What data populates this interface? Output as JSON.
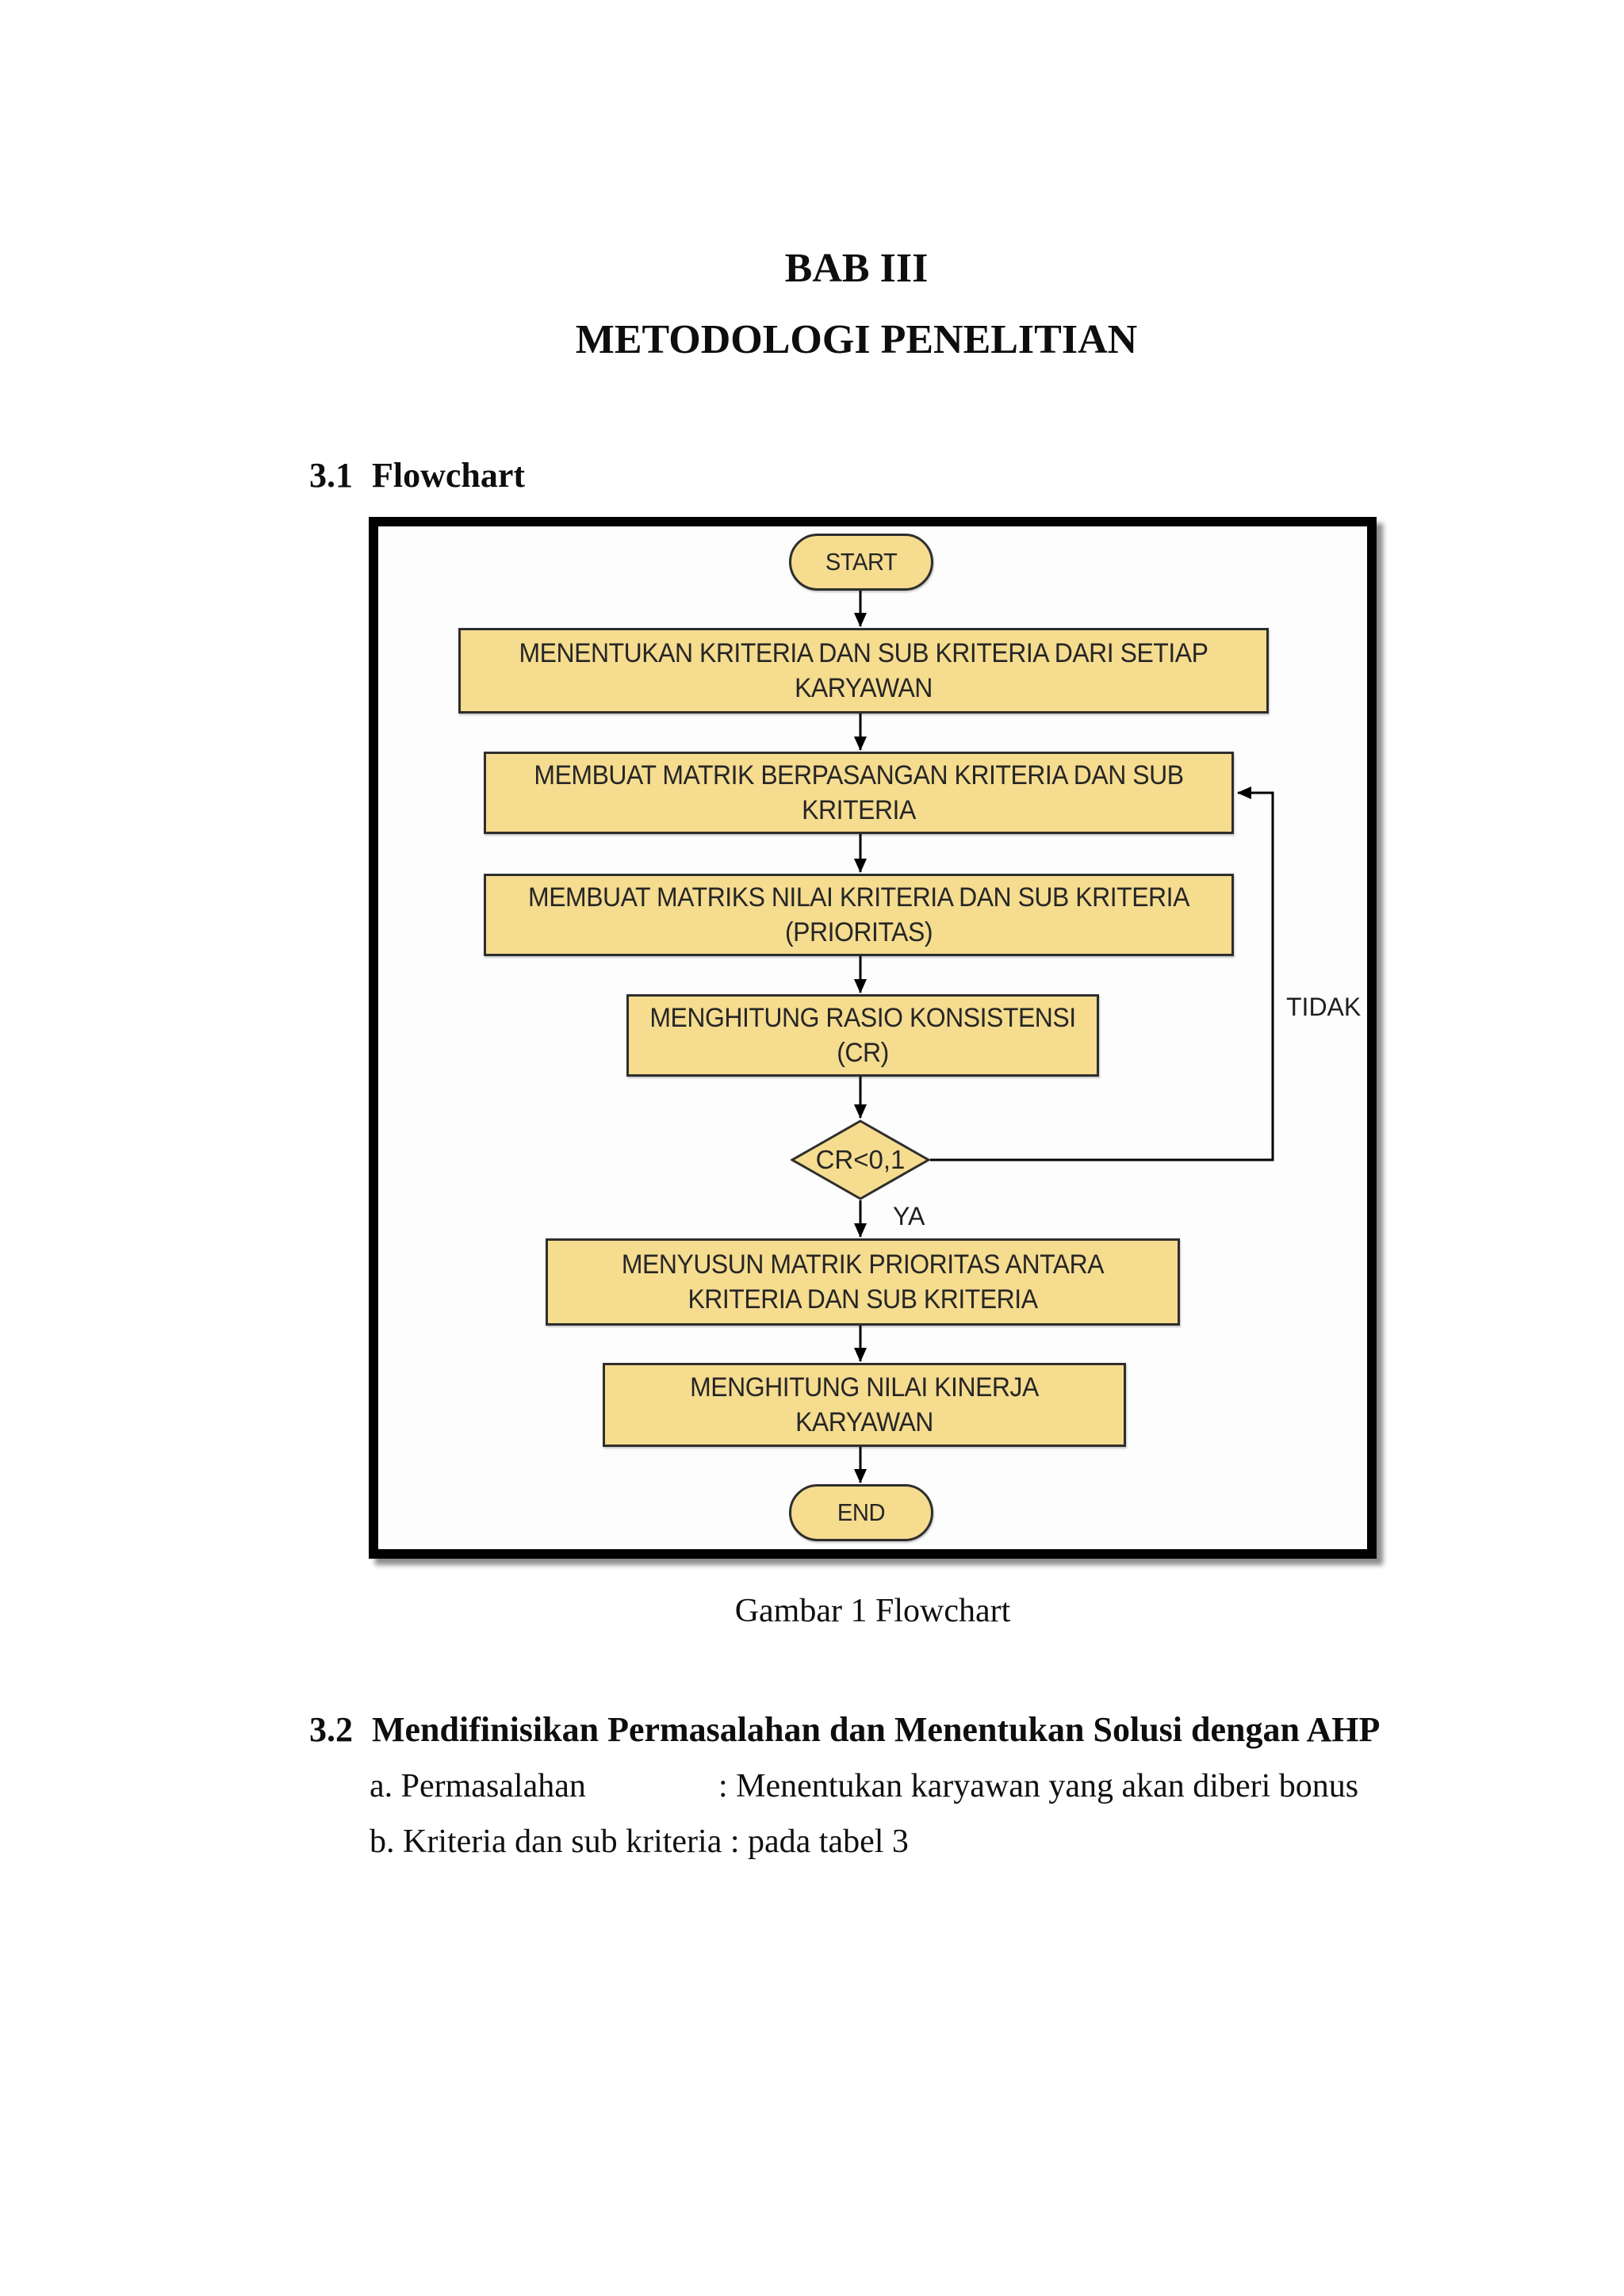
{
  "page": {
    "chapter_title": "BAB III",
    "chapter_subtitle": "METODOLOGI PENELITIAN",
    "figure_caption": "Gambar 1 Flowchart"
  },
  "section_31": {
    "number": "3.1",
    "title": "Flowchart"
  },
  "section_32": {
    "number": "3.2",
    "title": "Mendifinisikan Permasalahan dan Menentukan Solusi dengan AHP",
    "item_a_label": "a. Permasalahan",
    "item_a_value": ": Menentukan karyawan yang akan diberi bonus",
    "item_b_text": "b. Kriteria dan sub kriteria : pada tabel 3"
  },
  "flowchart": {
    "start": "START",
    "step_1": "MENENTUKAN KRITERIA DAN SUB KRITERIA DARI SETIAP KARYAWAN",
    "step_2": "MEMBUAT MATRIK BERPASANGAN KRITERIA DAN SUB KRITERIA",
    "step_3": "MEMBUAT MATRIKS NILAI KRITERIA DAN SUB KRITERIA (PRIORITAS)",
    "step_4": "MENGHITUNG RASIO KONSISTENSI (CR)",
    "decision": "CR<0,1",
    "label_yes": "YA",
    "label_no": "TIDAK",
    "step_5": "MENYUSUN MATRIK PRIORITAS ANTARA KRITERIA DAN SUB KRITERIA",
    "step_6": "MENGHITUNG NILAI KINERJA KARYAWAN",
    "end": "END",
    "colors": {
      "node_fill": "#F5DC8F",
      "node_border": "#2E2E2E",
      "frame_border": "#000000",
      "connector": "#000000"
    }
  }
}
